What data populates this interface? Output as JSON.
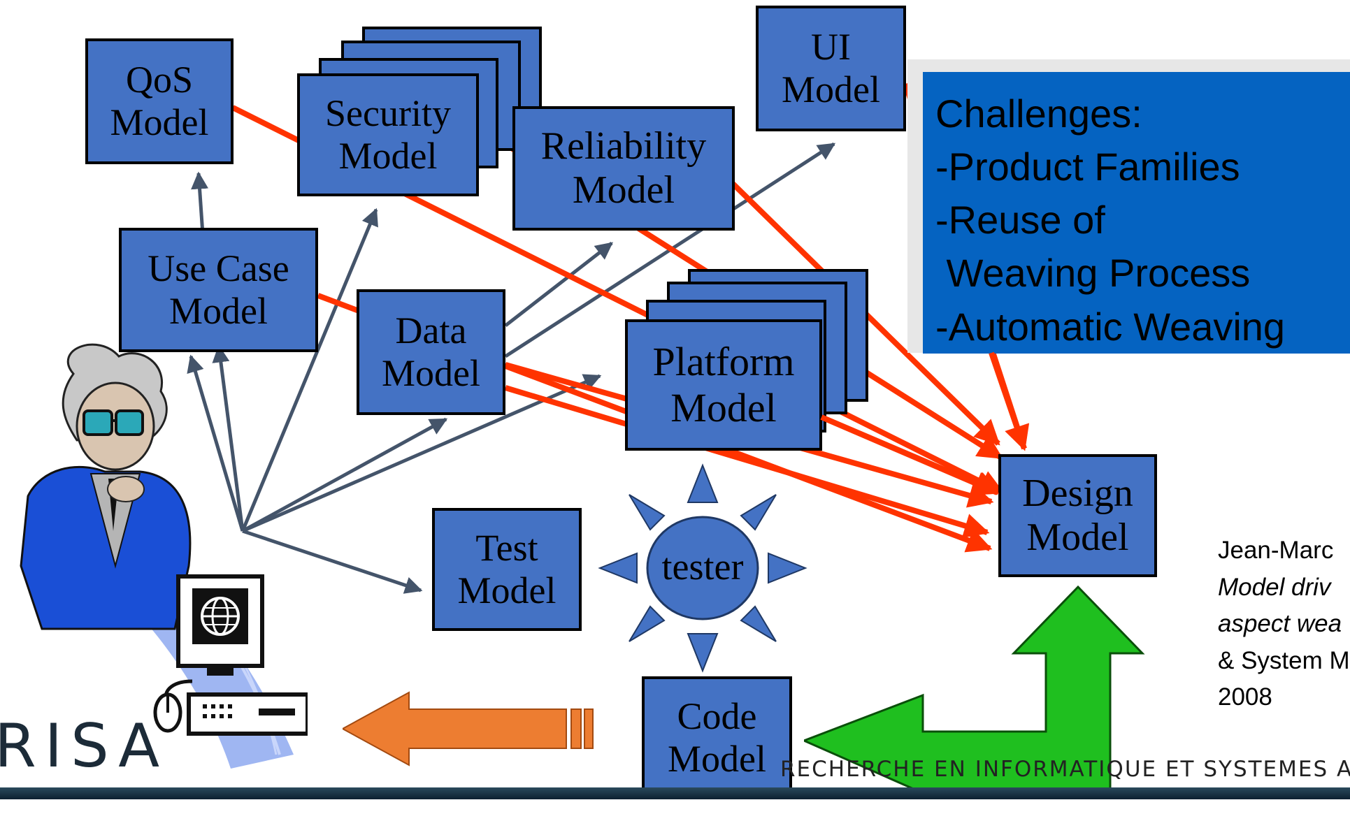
{
  "diagram": {
    "models": {
      "qos": [
        "QoS",
        "Model"
      ],
      "security": [
        "Security",
        "Model"
      ],
      "reliability": [
        "Reliability",
        "Model"
      ],
      "ui": [
        "UI",
        "Model"
      ],
      "use_case": [
        "Use Case",
        "Model"
      ],
      "data": [
        "Data",
        "Model"
      ],
      "platform": [
        "Platform",
        "Model"
      ],
      "design": [
        "Design",
        "Model"
      ],
      "test": [
        "Test",
        "Model"
      ],
      "code": [
        "Code",
        "Model"
      ]
    },
    "tester_label": "tester"
  },
  "challenges": {
    "lines": [
      "Challenges:",
      "-Product Families",
      "-Reuse of",
      " Weaving Process",
      "-Automatic Weaving"
    ]
  },
  "citation": {
    "lines": [
      "Jean-Marc",
      "Model driv",
      "aspect wea",
      "& System M",
      "2008"
    ]
  },
  "footer": {
    "text": "RECHERCHE EN INFORMATIQUE ET SYSTEMES ALÉA",
    "logo": "RISA"
  },
  "colors": {
    "box_fill": "#4472c4",
    "challenge_fill": "#0563c1",
    "red_arrow": "#ff3300",
    "gray_arrow": "#44546a",
    "green_arrow": "#1fbf1f",
    "orange_arrow": "#ed7d31"
  }
}
